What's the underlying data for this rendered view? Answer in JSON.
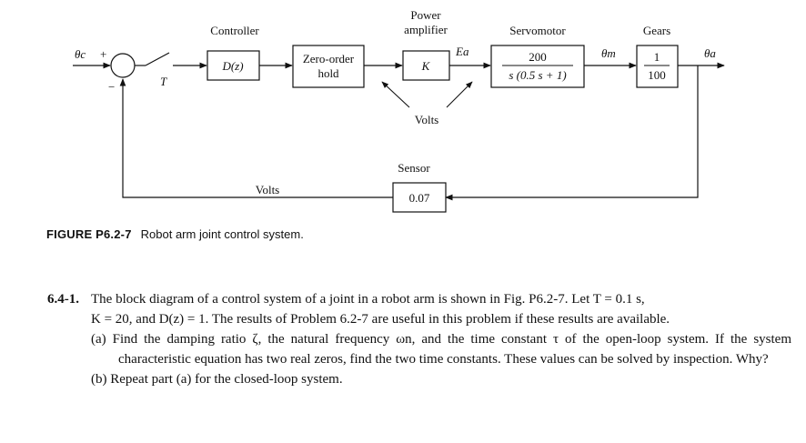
{
  "diagram": {
    "input_symbol": "θc",
    "sum_plus": "+",
    "sum_minus": "−",
    "sampler_period": "T",
    "controller": {
      "title": "Controller",
      "label": "D(z)"
    },
    "zoh": {
      "line1": "Zero-order",
      "line2": "hold"
    },
    "amplifier": {
      "title_line1": "Power",
      "title_line2": "amplifier",
      "label": "K",
      "output": "Ea",
      "volts": "Volts"
    },
    "servomotor": {
      "title": "Servomotor",
      "numerator": "200",
      "denominator": "s (0.5 s + 1)"
    },
    "motor_angle": "θm",
    "gears": {
      "title": "Gears",
      "numerator": "1",
      "denominator": "100"
    },
    "output_symbol": "θa",
    "sensor": {
      "title": "Sensor",
      "value": "0.07"
    },
    "feedback_volts": "Volts"
  },
  "caption": {
    "figure": "FIGURE P6.2-7",
    "text": "Robot arm joint control system."
  },
  "problem": {
    "number": "6.4-1.",
    "line1": "The block diagram of a control system of a joint in a robot arm is shown in Fig. P6.2-7. Let T = 0.1 s,",
    "line2": "K = 20, and D(z) = 1. The results of Problem 6.2-7 are useful in this problem if these results are available.",
    "part_a": "(a) Find the damping ratio ζ, the natural frequency ωn, and the time constant τ of the open-loop system. If the system characteristic equation has two real zeros, find the two time constants. These values can be solved by inspection. Why?",
    "part_b": "(b) Repeat part (a) for the closed-loop system."
  }
}
